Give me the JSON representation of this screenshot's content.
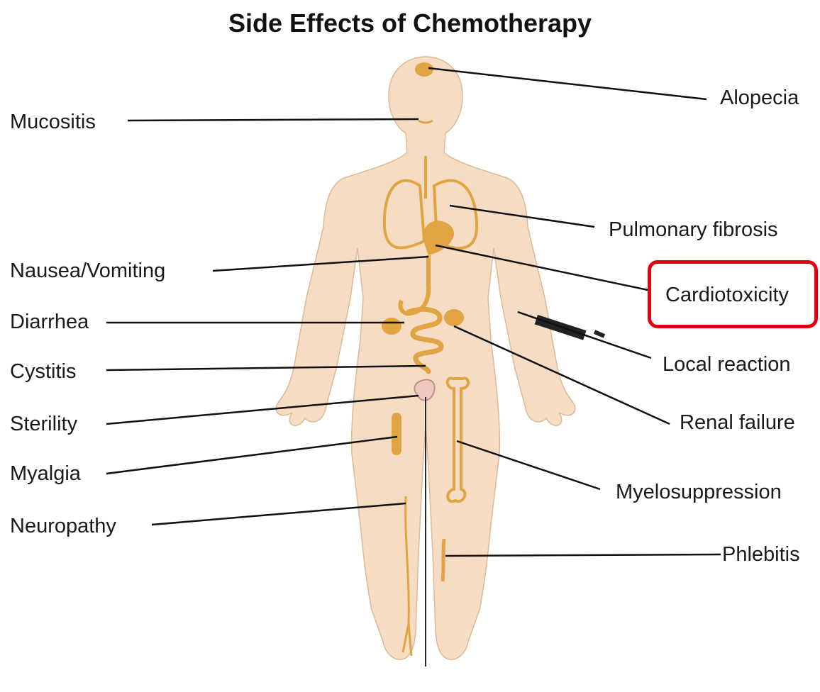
{
  "title": "Side Effects of Chemotherapy",
  "labels": {
    "alopecia": "Alopecia",
    "mucositis": "Mucositis",
    "pulmonary_fibrosis": "Pulmonary fibrosis",
    "nausea_vomiting": "Nausea/Vomiting",
    "cardiotoxicity": "Cardiotoxicity",
    "diarrhea": "Diarrhea",
    "local_reaction": "Local reaction",
    "cystitis": "Cystitis",
    "sterility": "Sterility",
    "renal_failure": "Renal failure",
    "myalgia": "Myalgia",
    "myelosuppression": "Myelosuppression",
    "neuropathy": "Neuropathy",
    "phlebitis": "Phlebitis"
  },
  "highlighted_label": "Cardiotoxicity",
  "colors": {
    "skin": "#f6dcc3",
    "organ": "#e0a542",
    "highlight": "#e3000f"
  }
}
